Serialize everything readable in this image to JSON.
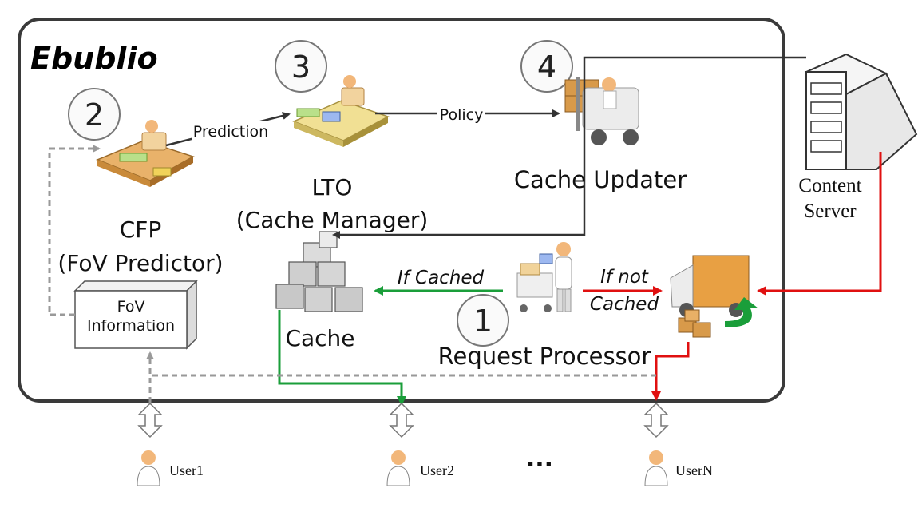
{
  "system": {
    "title": "Ebublio"
  },
  "steps": [
    "1",
    "2",
    "3",
    "4"
  ],
  "components": {
    "cfp": {
      "line1": "CFP",
      "line2": "(FoV Predictor)"
    },
    "lto": {
      "line1": "LTO",
      "line2": "(Cache Manager)"
    },
    "cache_updater": {
      "label": "Cache Updater"
    },
    "cache": {
      "label": "Cache"
    },
    "request_processor": {
      "label": "Request Processor"
    },
    "fov_info": {
      "line1": "FoV",
      "line2": "Information"
    },
    "content_server": {
      "line1": "Content",
      "line2": "Server"
    }
  },
  "edges": {
    "prediction": "Prediction",
    "policy": "Policy",
    "if_cached": "If Cached",
    "if_not_cached_1": "If not",
    "if_not_cached_2": "Cached"
  },
  "users": [
    "User1",
    "User2",
    "UserN"
  ],
  "ellipsis": "...",
  "colors": {
    "green": "#1a9e3a",
    "red": "#e01010",
    "dark": "#333333",
    "grey": "#999999"
  }
}
